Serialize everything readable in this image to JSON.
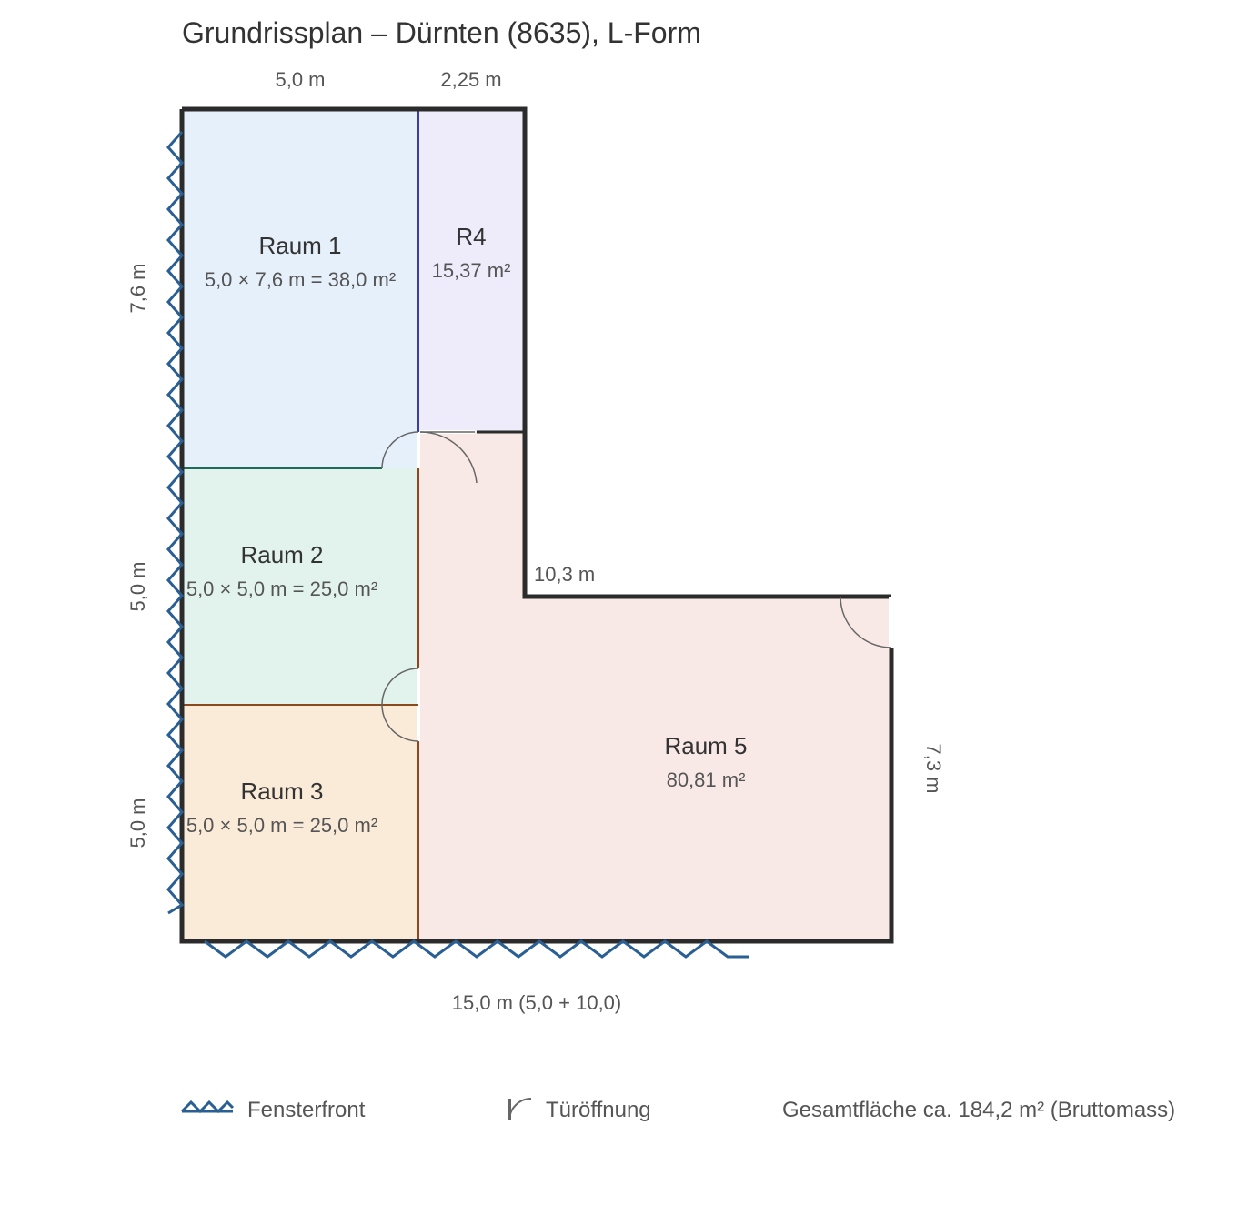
{
  "title": "Grundrissplan – Dürnten (8635), L-Form",
  "dimensions": {
    "top_left": "5,0 m",
    "top_right": "2,25 m",
    "side_r1": "7,6 m",
    "side_r2": "5,0 m",
    "side_r3": "5,0 m",
    "inner_step": "10,3 m",
    "right_side": "7,3 m",
    "bottom": "15,0 m (5,0 + 10,0)"
  },
  "rooms": {
    "r1": {
      "name": "Raum 1",
      "area": "5,0 × 7,6 m = 38,0 m²",
      "fill": "#e6f0fb",
      "wall": "#3b3fa0"
    },
    "r2": {
      "name": "Raum 2",
      "area": "5,0 × 5,0 m = 25,0 m²",
      "fill": "#e1f3ec",
      "wall": "#1f6b5a"
    },
    "r3": {
      "name": "Raum 3",
      "area": "5,0 × 5,0 m = 25,0 m²",
      "fill": "#faebd9",
      "wall": "#8a4a1e"
    },
    "r4": {
      "name": "R4",
      "area": "15,37 m²",
      "fill": "#eeebfa"
    },
    "r5": {
      "name": "Raum 5",
      "area": "80,81 m²",
      "fill": "#f9e9e6"
    }
  },
  "legend": {
    "window": "Fensterfront",
    "door": "Türöffnung",
    "total": "Gesamtfläche ca. 184,2 m² (Bruttomass)"
  },
  "colors": {
    "outer_wall": "#2b2b2b",
    "window": "#2a5f94",
    "door_arc": "#666666"
  }
}
